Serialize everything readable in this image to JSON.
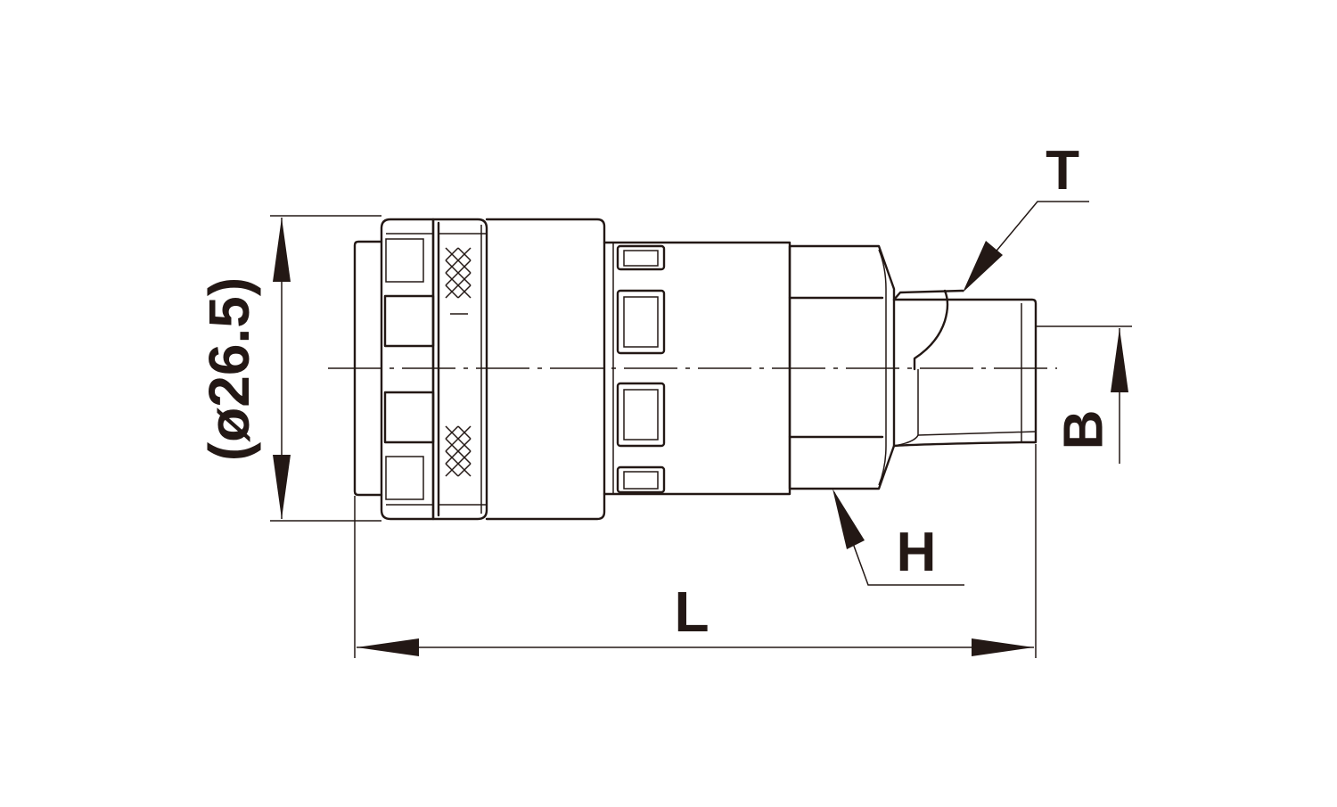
{
  "drawing": {
    "line_color": "#231815",
    "background": "#ffffff",
    "labels": {
      "diameter": "(ø26.5)",
      "thread": "T",
      "bore": "B",
      "hex": "H",
      "length": "L"
    }
  }
}
